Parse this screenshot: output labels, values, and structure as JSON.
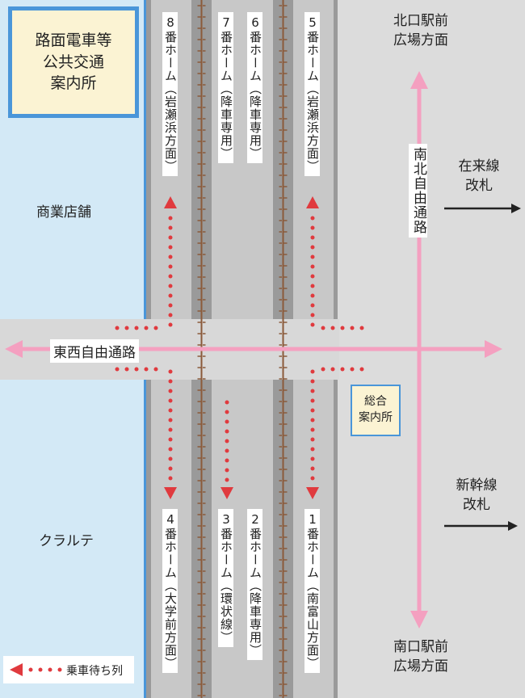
{
  "areas": {
    "tram_info": "路面電車等\n公共交通\n案内所",
    "shopping": "商業店舗",
    "kurarute": "クラルテ",
    "north_exit": "北口駅前\n広場方面",
    "south_exit": "南口駅前\n広場方面",
    "conv_gate": "在来線\n改札",
    "shinkansen_gate": "新幹線\n改札",
    "general_info": "総合\n案内所"
  },
  "passages": {
    "east_west": "東西自由通路",
    "north_south": "南北自由通路"
  },
  "platforms": {
    "p8": "8番ホーム（岩瀬浜方面）",
    "p7": "7番ホーム（降車専用）",
    "p6": "6番ホーム（降車専用）",
    "p5": "5番ホーム（岩瀬浜方面）",
    "p4": "4番ホーム（大学前方面）",
    "p3": "3番ホーム（環状線）",
    "p2": "2番ホーム（降車専用）",
    "p1": "1番ホーム（南富山方面）"
  },
  "legend": {
    "queue_label": "乗車待ち列"
  },
  "colors": {
    "pink": "#f4a0c0",
    "red": "#e03a3e",
    "blue_area": "#d3e9f6",
    "blue_border": "#4a96d9",
    "info_box": "#fbf3d3",
    "track": "#9a9a9a",
    "platform": "#c8c8c8",
    "rail": "#8b5a3a"
  }
}
